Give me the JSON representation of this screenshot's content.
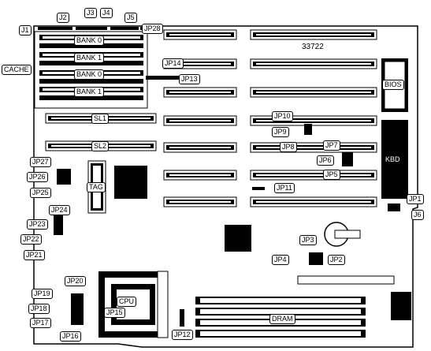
{
  "board_number": "33722",
  "labels": {
    "j1": "J1",
    "j2": "J2",
    "j3": "J3",
    "j4": "J4",
    "j5": "J5",
    "j6": "J6",
    "jp1": "JP1",
    "jp2": "JP2",
    "jp3": "JP3",
    "jp4": "JP4",
    "jp5": "JP5",
    "jp6": "JP6",
    "jp7": "JP7",
    "jp8": "JP8",
    "jp9": "JP9",
    "jp10": "JP10",
    "jp11": "JP11",
    "jp12": "JP12",
    "jp13": "JP13",
    "jp14": "JP14",
    "jp15": "JP15",
    "jp16": "JP16",
    "jp17": "JP17",
    "jp18": "JP18",
    "jp19": "JP19",
    "jp20": "JP20",
    "jp21": "JP21",
    "jp22": "JP22",
    "jp23": "JP23",
    "jp24": "JP24",
    "jp25": "JP25",
    "jp26": "JP26",
    "jp27": "JP27",
    "jp28": "JP28",
    "cache": "CACHE",
    "bank0_top": "BANK 0",
    "bank1_top": "BANK 1",
    "bank0_bottom": "BANK 0",
    "bank1_bottom": "BANK 1",
    "sl1": "SL1",
    "sl2": "SL2",
    "tag": "TAG",
    "bios": "BIOS",
    "kbd": "KBD",
    "cpu": "CPU",
    "dram": "DRAM"
  },
  "colors": {
    "ink": "#000000",
    "paper": "#ffffff"
  }
}
